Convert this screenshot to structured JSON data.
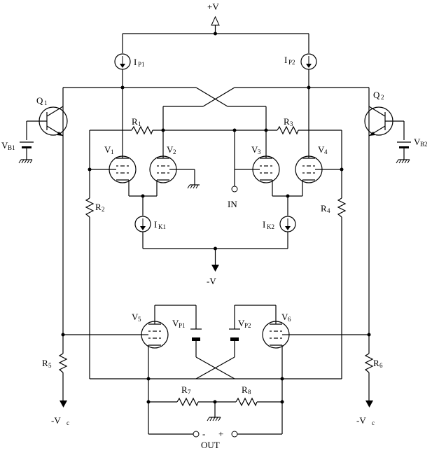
{
  "supply": {
    "positive": "+V",
    "negative": "-V"
  },
  "current_sources": [
    {
      "name": "I",
      "sub": "P1"
    },
    {
      "name": "I",
      "sub": "P2"
    },
    {
      "name": "I",
      "sub": "K1"
    },
    {
      "name": "I",
      "sub": "K2"
    }
  ],
  "transistors": [
    {
      "name": "Q",
      "sub": "1"
    },
    {
      "name": "Q",
      "sub": "2"
    }
  ],
  "bias_sources": [
    {
      "name": "V",
      "sub": "B1"
    },
    {
      "name": "V",
      "sub": "B2"
    },
    {
      "name": "V",
      "sub": "P1"
    },
    {
      "name": "V",
      "sub": "P2"
    }
  ],
  "tubes": [
    {
      "name": "V",
      "sub": "1"
    },
    {
      "name": "V",
      "sub": "2"
    },
    {
      "name": "V",
      "sub": "3"
    },
    {
      "name": "V",
      "sub": "4"
    },
    {
      "name": "V",
      "sub": "5"
    },
    {
      "name": "V",
      "sub": "6"
    }
  ],
  "resistors": [
    {
      "name": "R",
      "sub": "1"
    },
    {
      "name": "R",
      "sub": "2"
    },
    {
      "name": "R",
      "sub": "3"
    },
    {
      "name": "R",
      "sub": "4"
    },
    {
      "name": "R",
      "sub": "5"
    },
    {
      "name": "R",
      "sub": "6"
    },
    {
      "name": "R",
      "sub": "7"
    },
    {
      "name": "R",
      "sub": "8"
    }
  ],
  "rails": [
    {
      "name": "-V",
      "sub": "c"
    },
    {
      "name": "-V",
      "sub": "c"
    }
  ],
  "input_label": "IN",
  "output": {
    "label": "OUT",
    "minus": "-",
    "plus": "+"
  }
}
